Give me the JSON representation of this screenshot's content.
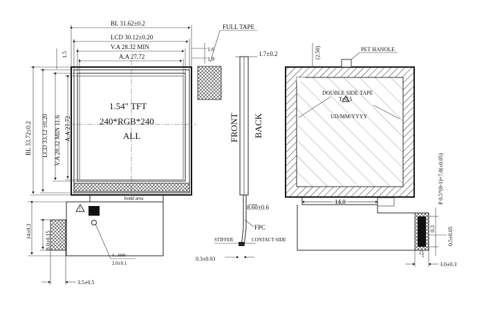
{
  "front": {
    "dim_bl_width": "BL 31.62±0.2",
    "dim_lcd_width": "LCD 30.12±0.20",
    "dim_va_width": "V.A 28.32 MIN",
    "dim_aa_width": "A.A 27.72",
    "dim_top_gap": "1.5",
    "dim_bl_height": "BL 33.72±0.2",
    "dim_lcd_height": "LCD 33.12 ±0.20",
    "dim_va_height": "V.A 28.32 MIN 11.6",
    "dim_aa_height": "A.A 27.72",
    "dim_right_1": "1.6",
    "dim_right_2": "1.9",
    "center_title": "1.54\" TFT",
    "center_res": "240*RGB*240",
    "center_all": "ALL",
    "bond_area": "bond area",
    "fpc_len": "14±0.3",
    "fpc_sub": "8.0±0.15",
    "fpc_width": "3.5±0.5",
    "note_1": "x...mm",
    "note_2": "2.0±0.1"
  },
  "side": {
    "full_tape": "FULL TAPE",
    "thickness": "1.7±0.2",
    "front_label": "FRONT",
    "back_label": "BACK",
    "dim_bottom": "8.60±0.6",
    "fpc_label": "FPC",
    "stiffer_label": "STIFFER",
    "contact_label": "CONTACT SIDE",
    "stiffer_thk": "0.3±0.03"
  },
  "back": {
    "pet_handle": "PET HANOLE",
    "dim_top": "(2.50)",
    "tape_label": "DOUBLE SIDE TAPE",
    "tape_thk": "T=0.5",
    "date_code": "UD/MM/YYYY",
    "dim_14": "14.0",
    "pitch": "P 0.5*(8-1)=7.0(±0.05)",
    "dim_03": "0.3",
    "dim_05": "0.5±0.05",
    "dim_30": "3.0±0.3",
    "pin_1": "1",
    "pin_15": "15"
  }
}
